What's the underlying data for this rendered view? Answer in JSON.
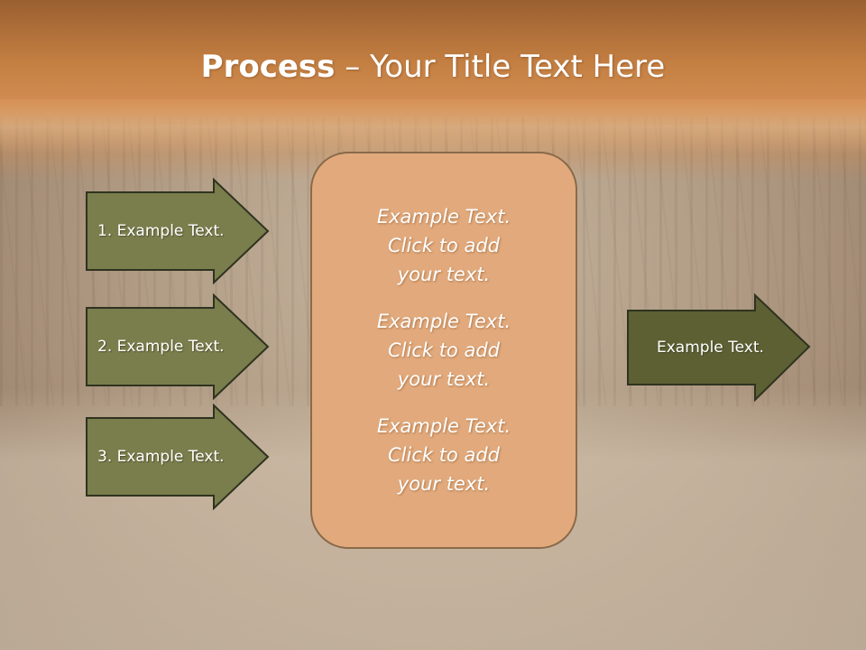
{
  "slide": {
    "title_bold": "Process",
    "title_dash": " – ",
    "title_rest": "Your Title Text Here"
  },
  "left_arrows": [
    {
      "label": "1. Example Text."
    },
    {
      "label": "2. Example Text."
    },
    {
      "label": "3. Example Text."
    }
  ],
  "center_box": {
    "paragraphs": [
      "Example Text.\nClick  to add\nyour text.",
      "Example Text.\nClick  to add\nyour text.",
      "Example Text.\nClick  to add\nyour text."
    ]
  },
  "right_arrow": {
    "label": "Example Text."
  },
  "colors": {
    "title_band": "#c47f42",
    "left_arrow_fill": "#7a7d4c",
    "right_arrow_fill": "#5c6033",
    "arrow_border": "#2f3320",
    "center_box_fill": "#e2aa7c"
  }
}
